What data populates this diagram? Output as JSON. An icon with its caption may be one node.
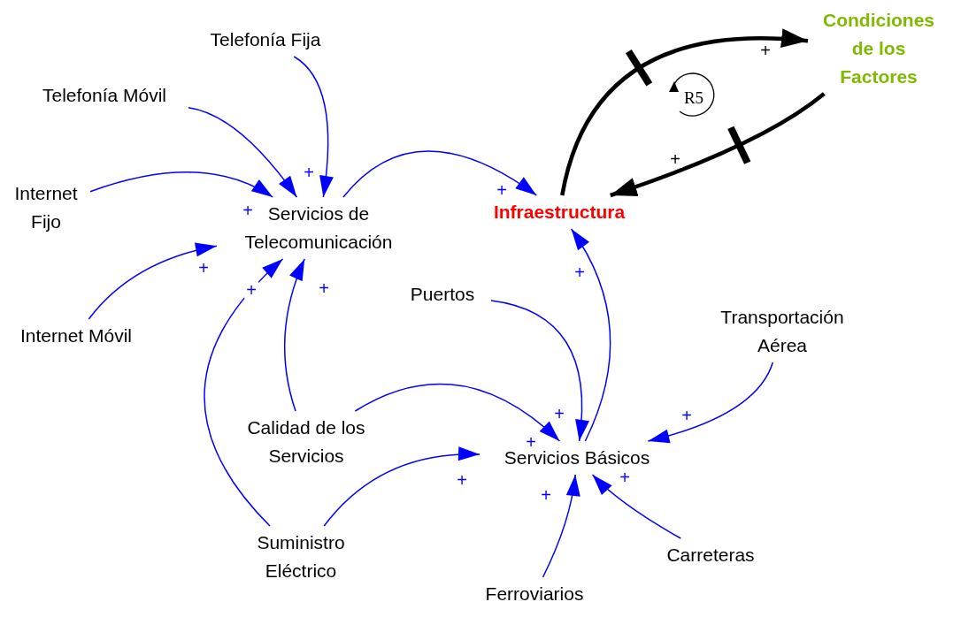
{
  "diagram": {
    "nodes": [
      {
        "text": [
          "Telefonía Fija"
        ]
      },
      {
        "text": [
          "Telefonía Móvil"
        ]
      },
      {
        "text": [
          "Internet Fijo"
        ]
      },
      {
        "text": [
          "Internet Móvil"
        ]
      },
      {
        "text": [
          "Servicios de Telecomunicación"
        ]
      },
      {
        "text": [
          "Infraestructura"
        ]
      },
      {
        "text": [
          "Condiciones de los Factores"
        ]
      },
      {
        "text": [
          "Puertos"
        ]
      },
      {
        "text": [
          "Transportación Aérea"
        ]
      },
      {
        "text": [
          "Calidad de los Servicios"
        ]
      },
      {
        "text": [
          "Servicios Básicos"
        ]
      },
      {
        "text": [
          "Suministro Eléctrico"
        ]
      },
      {
        "text": [
          "Carreteras"
        ]
      },
      {
        "text": [
          "Ferroviarios"
        ]
      }
    ],
    "edges": [
      {
        "from": 0,
        "to": 4,
        "arrow": "to",
        "label": "+"
      },
      {
        "from": 1,
        "to": 4,
        "arrow": "to"
      },
      {
        "from": 2,
        "to": 4,
        "arrow": "to",
        "label": "+"
      },
      {
        "from": 3,
        "to": 4,
        "arrow": "to",
        "label": "+"
      },
      {
        "from": 11,
        "to": 4,
        "arrow": "to",
        "label": "+"
      },
      {
        "from": 9,
        "to": 4,
        "arrow": "to",
        "label": "+"
      },
      {
        "from": 4,
        "to": 5,
        "arrow": "to",
        "label": "+"
      },
      {
        "from": 10,
        "to": 5,
        "arrow": "to",
        "label": "+"
      },
      {
        "from": 7,
        "to": 10,
        "arrow": "to",
        "label": "+"
      },
      {
        "from": 9,
        "to": 10,
        "arrow": "to",
        "label": "+"
      },
      {
        "from": 11,
        "to": 10,
        "arrow": "to",
        "label": "+"
      },
      {
        "from": 13,
        "to": 10,
        "arrow": "to",
        "label": "+"
      },
      {
        "from": 12,
        "to": 10,
        "arrow": "to",
        "label": "+"
      },
      {
        "from": 8,
        "to": 10,
        "arrow": "to",
        "label": "+"
      },
      {
        "from": 5,
        "to": 6,
        "arrow": "to",
        "label": "+",
        "style": "thick",
        "color": "#000000"
      },
      {
        "from": 6,
        "to": 5,
        "arrow": "to",
        "label": "+",
        "style": "thick",
        "color": "#000000"
      }
    ],
    "labels": [
      "R5"
    ]
  }
}
